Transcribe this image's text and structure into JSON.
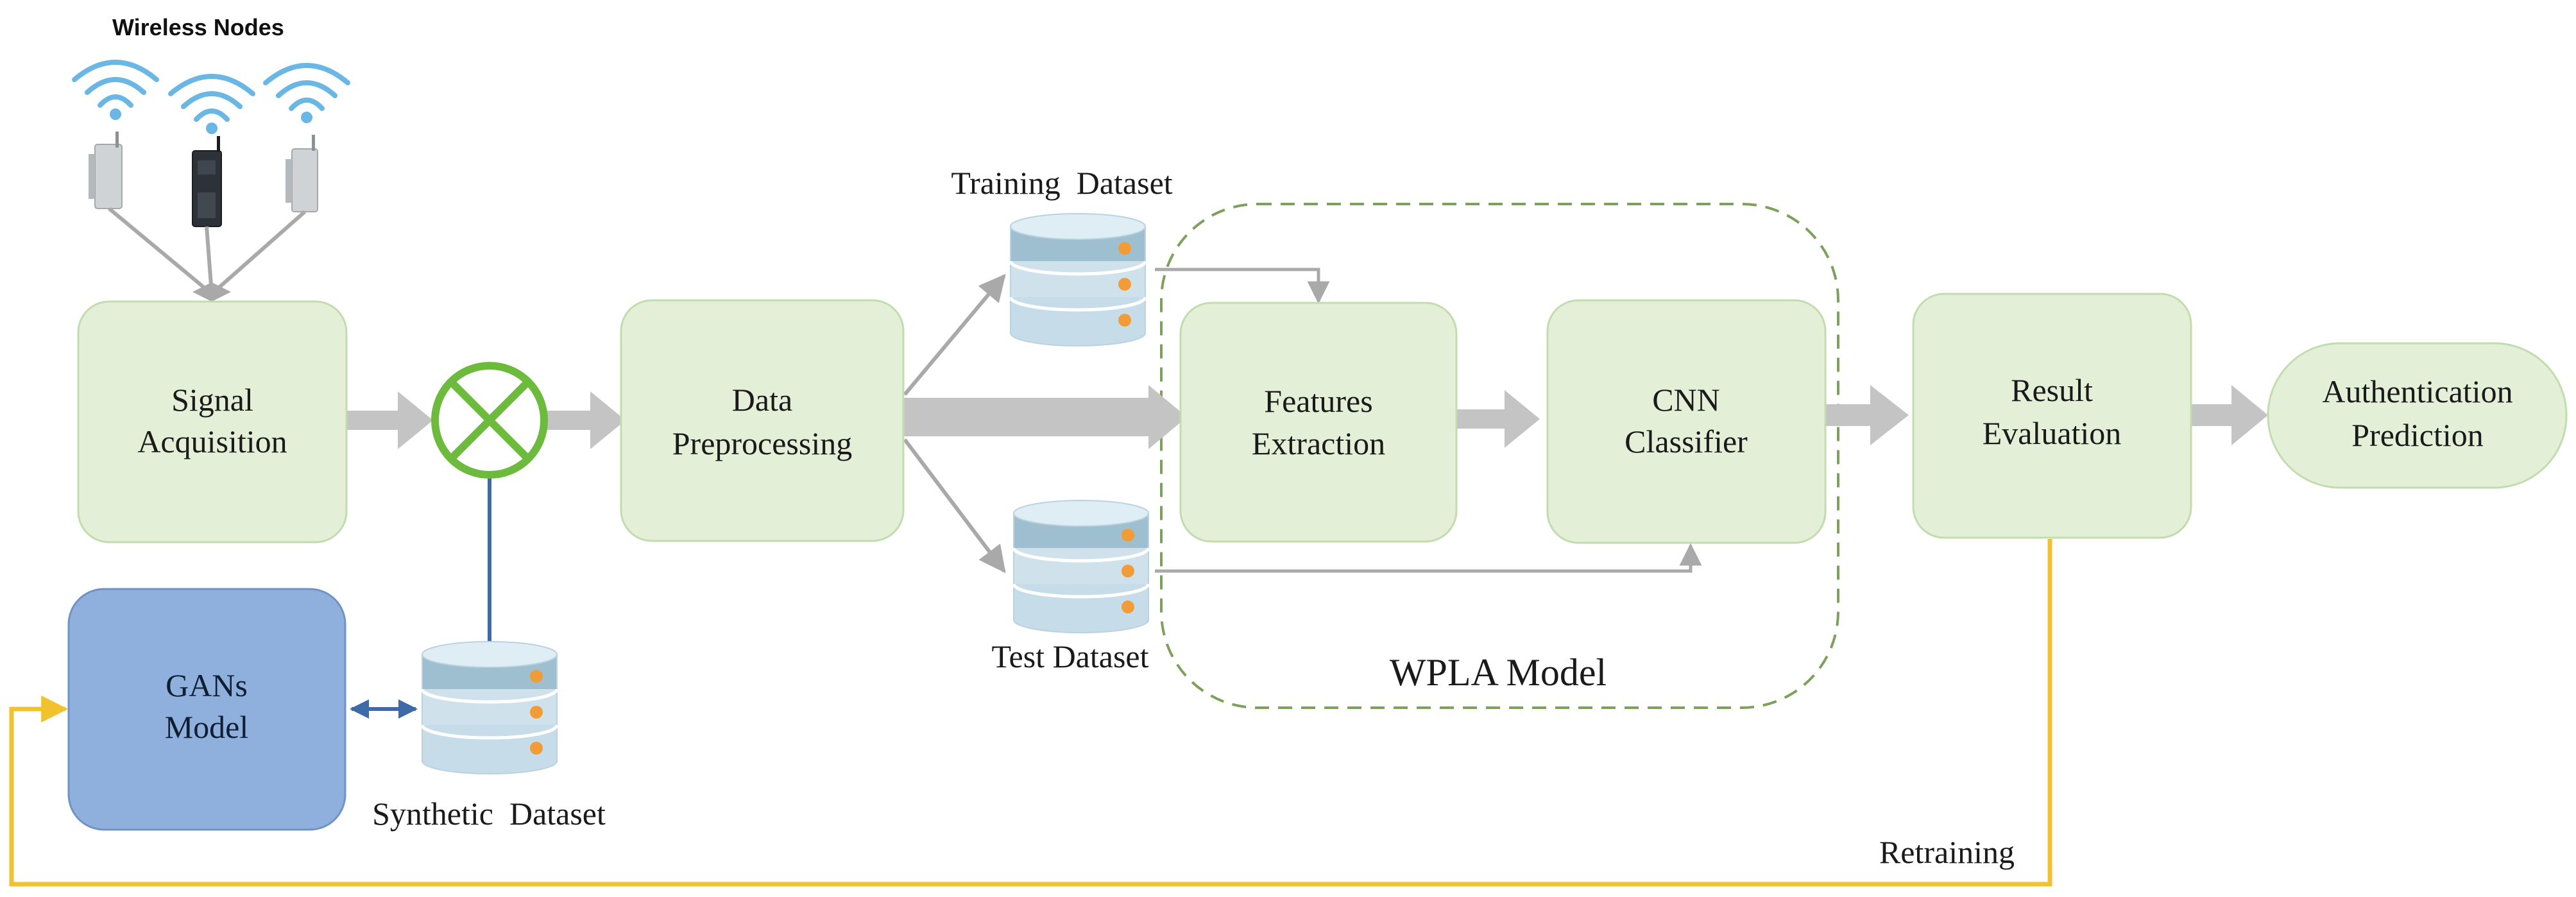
{
  "nodes": {
    "wireless": "Wireless Nodes",
    "signal": [
      "Signal",
      "Acquisition"
    ],
    "gans": [
      "GANs",
      "Model"
    ],
    "data": [
      "Data",
      "Preprocessing"
    ],
    "features": [
      "Features",
      "Extraction"
    ],
    "cnn": [
      "CNN",
      "Classifier"
    ],
    "result": [
      "Result",
      "Evaluation"
    ],
    "auth": [
      "Authentication",
      "Prediction"
    ]
  },
  "datasets": {
    "synthetic": "Synthetic  Dataset",
    "training": "Training  Dataset",
    "test": "Test Dataset"
  },
  "groups": {
    "wpla": "WPLA Model"
  },
  "edges": {
    "retraining": "Retraining"
  },
  "colors": {
    "box_fill": "#e3f0d7",
    "box_stroke": "#c3dcae",
    "gan_fill": "#8fb0dc",
    "arrow_gray": "#c4c4c4",
    "line_gray": "#a9a9a9",
    "blue_link": "#3e6aa8",
    "retrain_line": "#f2c12e",
    "mixer_green": "#6dbb3c",
    "wpla_dash": "#7da05a"
  }
}
